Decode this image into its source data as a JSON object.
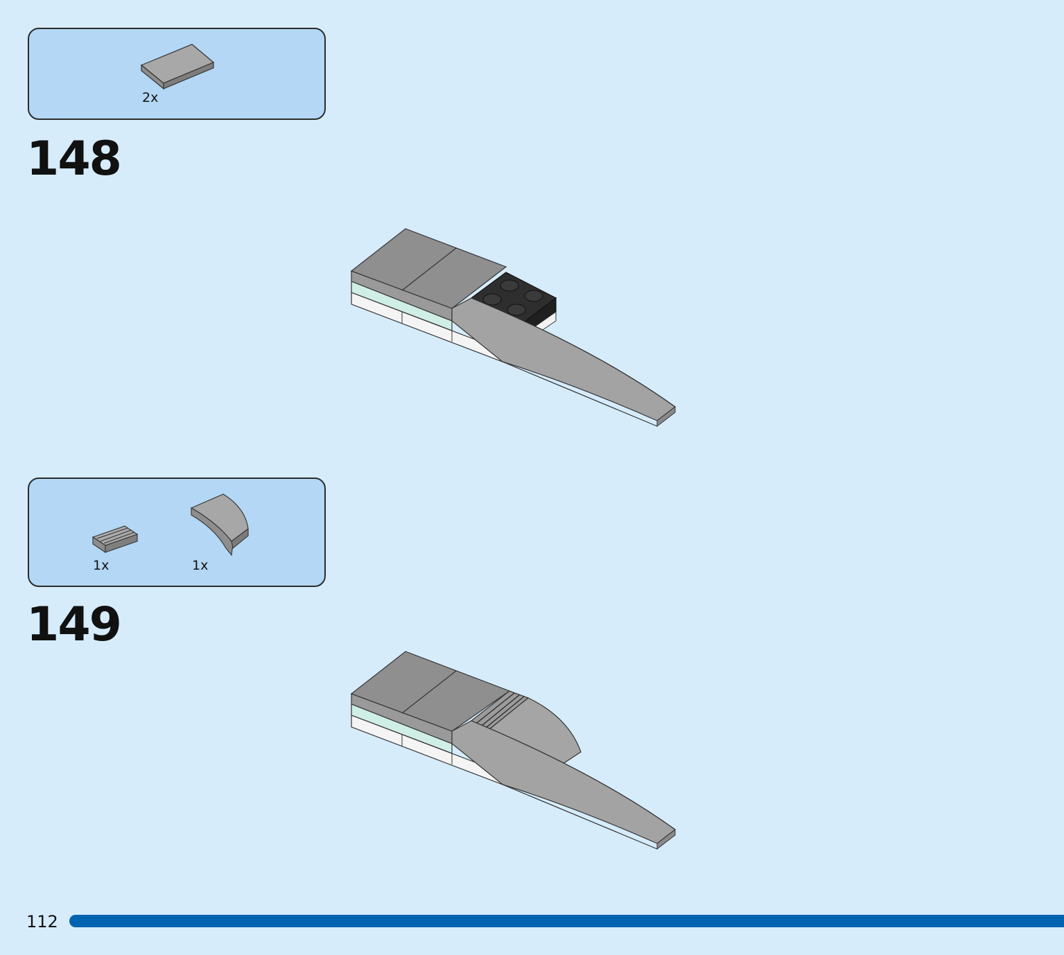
{
  "steps": [
    {
      "number": "148",
      "parts": [
        {
          "icon": "flat-tile-2x3-grey-icon",
          "quantity": "2x"
        }
      ]
    },
    {
      "number": "149",
      "parts": [
        {
          "icon": "grille-tile-1x2-grey-icon",
          "quantity": "1x"
        },
        {
          "icon": "curved-wedge-grey-icon",
          "quantity": "1x"
        }
      ]
    }
  ],
  "footer": {
    "page_number": "112",
    "accent_color": "#0063b1"
  },
  "colors": {
    "background": "#d6ecfb",
    "parts_box": "#b3d7f4",
    "brick_grey": "#a0a0a0",
    "brick_dark": "#2e2e2e"
  }
}
